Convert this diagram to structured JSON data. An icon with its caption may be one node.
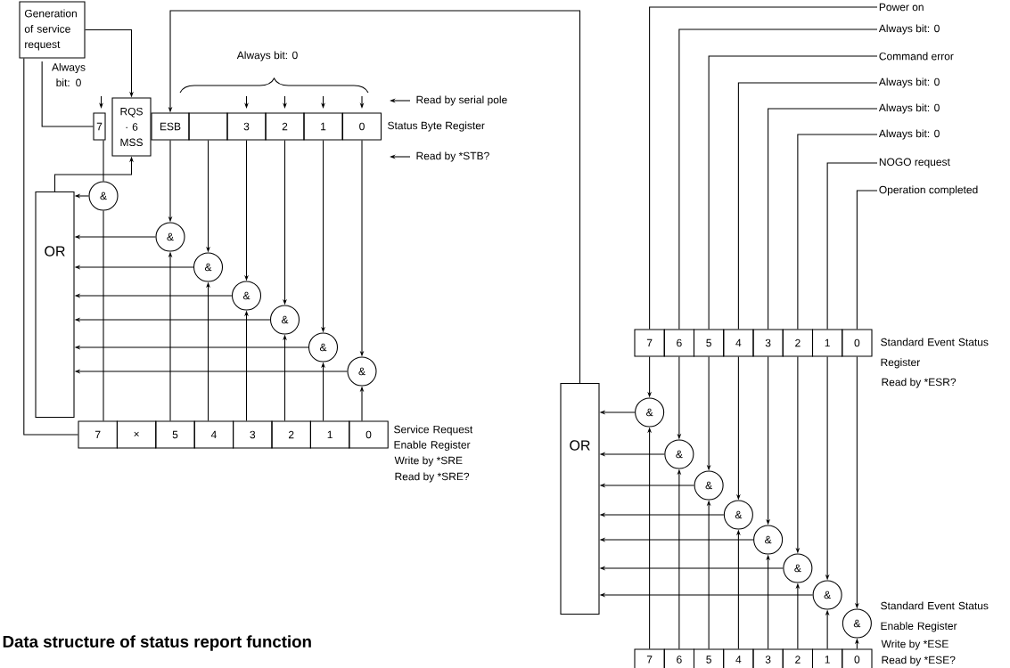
{
  "diagram": {
    "caption": "Data structure of status report function",
    "nodes": [
      {
        "text": [
          "Generation of service request"
        ]
      },
      {
        "text": [
          "Always bit: 0"
        ]
      },
      {
        "text": [
          "7"
        ]
      },
      {
        "text": [
          "RQS · 6 MSS"
        ]
      },
      {
        "text": [
          "ESB"
        ]
      },
      {
        "text": [],
        "shape": "box"
      },
      {
        "text": [
          "3"
        ]
      },
      {
        "text": [
          "2"
        ]
      },
      {
        "text": [
          "1"
        ]
      },
      {
        "text": [
          "0"
        ]
      },
      {
        "text": [
          "OR"
        ]
      },
      {
        "text": [
          "&"
        ]
      },
      {
        "text": [
          "&"
        ]
      },
      {
        "text": [
          "&"
        ]
      },
      {
        "text": [
          "&"
        ]
      },
      {
        "text": [
          "&"
        ]
      },
      {
        "text": [
          "&"
        ]
      },
      {
        "text": [
          "&"
        ]
      },
      {
        "text": [
          "7"
        ]
      },
      {
        "text": [
          "×"
        ]
      },
      {
        "text": [
          "5"
        ]
      },
      {
        "text": [
          "4"
        ]
      },
      {
        "text": [
          "3"
        ]
      },
      {
        "text": [
          "2"
        ]
      },
      {
        "text": [
          "1"
        ]
      },
      {
        "text": [
          "0"
        ]
      },
      {
        "text": [
          "Power on"
        ]
      },
      {
        "text": [
          "Always bit: 0"
        ]
      },
      {
        "text": [
          "Command error"
        ]
      },
      {
        "text": [
          "Always bit: 0"
        ]
      },
      {
        "text": [
          "Always bit: 0"
        ]
      },
      {
        "text": [
          "Always bit: 0"
        ]
      },
      {
        "text": [
          "NOGO request"
        ]
      },
      {
        "text": [
          "Operation completed"
        ]
      },
      {
        "text": [
          "OR"
        ]
      },
      {
        "text": [
          "7"
        ]
      },
      {
        "text": [
          "6"
        ]
      },
      {
        "text": [
          "5"
        ]
      },
      {
        "text": [
          "4"
        ]
      },
      {
        "text": [
          "3"
        ]
      },
      {
        "text": [
          "2"
        ]
      },
      {
        "text": [
          "1"
        ]
      },
      {
        "text": [
          "0"
        ]
      },
      {
        "text": [
          "&"
        ]
      },
      {
        "text": [
          "&"
        ]
      },
      {
        "text": [
          "&"
        ]
      },
      {
        "text": [
          "&"
        ]
      },
      {
        "text": [
          "&"
        ]
      },
      {
        "text": [
          "&"
        ]
      },
      {
        "text": [
          "&"
        ]
      },
      {
        "text": [
          "&"
        ]
      },
      {
        "text": [
          "7"
        ]
      },
      {
        "text": [
          "6"
        ]
      },
      {
        "text": [
          "5"
        ]
      },
      {
        "text": [
          "4"
        ]
      },
      {
        "text": [
          "3"
        ]
      },
      {
        "text": [
          "2"
        ]
      },
      {
        "text": [
          "1"
        ]
      },
      {
        "text": [
          "0"
        ]
      }
    ],
    "edges": [
      {
        "from": 0,
        "to": 3,
        "arrow": "to"
      },
      {
        "from": 0,
        "to": 18,
        "arrow": "none"
      },
      {
        "from": 1,
        "to": 2,
        "arrow": "none"
      },
      {
        "from": 10,
        "to": 3,
        "arrow": "to"
      },
      {
        "from": 34,
        "to": 4,
        "arrow": "to"
      },
      {
        "from": 2,
        "to": 11,
        "arrow": "none"
      },
      {
        "from": 4,
        "to": 12,
        "arrow": "to"
      },
      {
        "from": 5,
        "to": 13,
        "arrow": "to"
      },
      {
        "from": 6,
        "to": 14,
        "arrow": "to"
      },
      {
        "from": 7,
        "to": 15,
        "arrow": "to"
      },
      {
        "from": 8,
        "to": 16,
        "arrow": "to"
      },
      {
        "from": 9,
        "to": 17,
        "arrow": "to"
      },
      {
        "from": 18,
        "to": 11,
        "arrow": "none"
      },
      {
        "from": 20,
        "to": 12,
        "arrow": "to"
      },
      {
        "from": 21,
        "to": 13,
        "arrow": "to"
      },
      {
        "from": 22,
        "to": 14,
        "arrow": "to"
      },
      {
        "from": 23,
        "to": 15,
        "arrow": "to"
      },
      {
        "from": 24,
        "to": 16,
        "arrow": "to"
      },
      {
        "from": 25,
        "to": 17,
        "arrow": "to"
      },
      {
        "from": 11,
        "to": 10,
        "arrow": "to"
      },
      {
        "from": 12,
        "to": 10,
        "arrow": "to"
      },
      {
        "from": 13,
        "to": 10,
        "arrow": "to"
      },
      {
        "from": 14,
        "to": 10,
        "arrow": "to"
      },
      {
        "from": 15,
        "to": 10,
        "arrow": "to"
      },
      {
        "from": 16,
        "to": 10,
        "arrow": "to"
      },
      {
        "from": 17,
        "to": 10,
        "arrow": "to"
      },
      {
        "from": 26,
        "to": 35,
        "arrow": "none"
      },
      {
        "from": 27,
        "to": 36,
        "arrow": "none"
      },
      {
        "from": 28,
        "to": 37,
        "arrow": "none"
      },
      {
        "from": 29,
        "to": 38,
        "arrow": "none"
      },
      {
        "from": 30,
        "to": 39,
        "arrow": "none"
      },
      {
        "from": 31,
        "to": 40,
        "arrow": "none"
      },
      {
        "from": 32,
        "to": 41,
        "arrow": "none"
      },
      {
        "from": 33,
        "to": 42,
        "arrow": "none"
      },
      {
        "from": 35,
        "to": 43,
        "arrow": "to"
      },
      {
        "from": 36,
        "to": 44,
        "arrow": "to"
      },
      {
        "from": 37,
        "to": 45,
        "arrow": "to"
      },
      {
        "from": 38,
        "to": 46,
        "arrow": "to"
      },
      {
        "from": 39,
        "to": 47,
        "arrow": "to"
      },
      {
        "from": 40,
        "to": 48,
        "arrow": "to"
      },
      {
        "from": 41,
        "to": 49,
        "arrow": "to"
      },
      {
        "from": 42,
        "to": 50,
        "arrow": "to"
      },
      {
        "from": 51,
        "to": 43,
        "arrow": "to"
      },
      {
        "from": 52,
        "to": 44,
        "arrow": "to"
      },
      {
        "from": 53,
        "to": 45,
        "arrow": "to"
      },
      {
        "from": 54,
        "to": 46,
        "arrow": "to"
      },
      {
        "from": 55,
        "to": 47,
        "arrow": "to"
      },
      {
        "from": 56,
        "to": 48,
        "arrow": "to"
      },
      {
        "from": 57,
        "to": 49,
        "arrow": "to"
      },
      {
        "from": 58,
        "to": 50,
        "arrow": "to"
      },
      {
        "from": 43,
        "to": 34,
        "arrow": "to"
      },
      {
        "from": 44,
        "to": 34,
        "arrow": "to"
      },
      {
        "from": 45,
        "to": 34,
        "arrow": "to"
      },
      {
        "from": 46,
        "to": 34,
        "arrow": "to"
      },
      {
        "from": 47,
        "to": 34,
        "arrow": "to"
      },
      {
        "from": 48,
        "to": 34,
        "arrow": "to"
      },
      {
        "from": 49,
        "to": 34,
        "arrow": "to"
      }
    ],
    "labels": [
      "Always bit: 0",
      "Read by serial pole",
      "Status Byte Register",
      "Read by *STB?",
      "Service Request Enable Register",
      "Write by *SRE",
      "Read by *SRE?",
      "Standard Event Status Register",
      "Read by *ESR?",
      "Standard Event Status Enable Register",
      "Write by *ESE",
      "Read by *ESE?"
    ]
  }
}
